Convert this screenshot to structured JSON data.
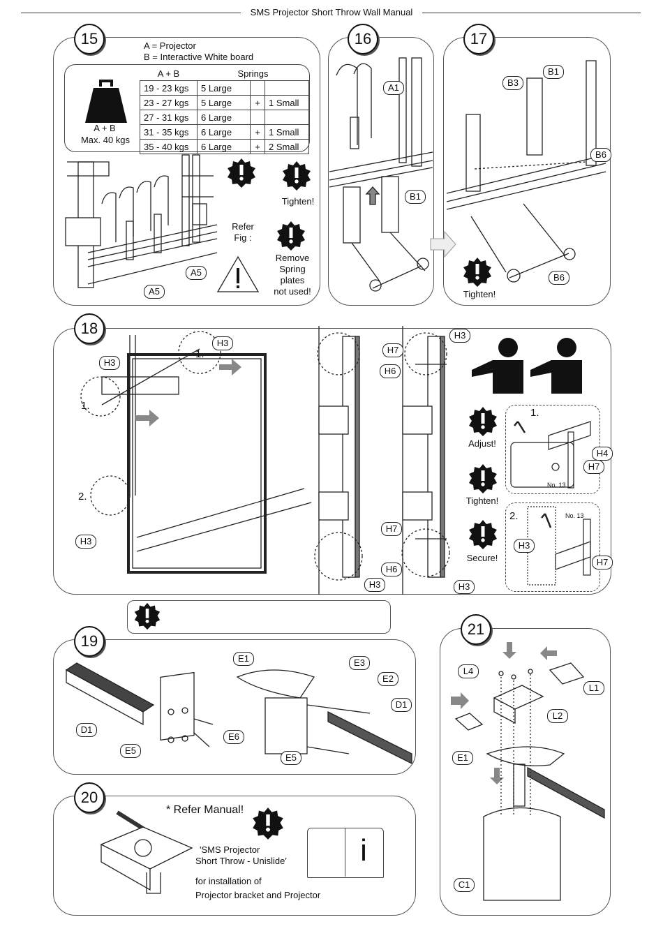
{
  "header": {
    "title": "SMS Projector Short Throw Wall Manual"
  },
  "steps": {
    "s15": {
      "number": "15",
      "legend": [
        "A = Projector",
        "B = Interactive White board"
      ],
      "weight": {
        "title": "A + B",
        "max": "Max. 40 kgs"
      },
      "table": {
        "head": [
          "A + B",
          "Springs"
        ],
        "rows": [
          {
            "range": "19 - 23 kgs",
            "large": "5 Large",
            "plus": "",
            "small": ""
          },
          {
            "range": "23 - 27 kgs",
            "large": "5 Large",
            "plus": "+",
            "small": "1 Small"
          },
          {
            "range": "27 - 31 kgs",
            "large": "6 Large",
            "plus": "",
            "small": ""
          },
          {
            "range": "31 - 35 kgs",
            "large": "6 Large",
            "plus": "+",
            "small": "1 Small"
          },
          {
            "range": "35 - 40 kgs",
            "large": "6 Large",
            "plus": "+",
            "small": "2 Small"
          }
        ]
      },
      "labels": {
        "a5a": "A5",
        "a5b": "A5"
      },
      "notes": {
        "tighten": "Tighten!",
        "refer": [
          "Refer",
          "Fig :"
        ],
        "remove": [
          "Remove",
          "Spring",
          "plates",
          "not used!"
        ]
      }
    },
    "s16": {
      "number": "16",
      "labels": {
        "a1": "A1",
        "b1": "B1"
      }
    },
    "s17": {
      "number": "17",
      "labels": {
        "b3": "B3",
        "b1": "B1",
        "b6a": "B6",
        "b6b": "B6"
      },
      "tighten": "Tighten!"
    },
    "s18": {
      "number": "18",
      "labels": {
        "h3a": "H3",
        "h3b": "H3",
        "h3c": "H3",
        "h3d": "H3",
        "h3e": "H3",
        "h3f": "H3",
        "h3g": "H3",
        "h7a": "H7",
        "h7b": "H7",
        "h7c": "H7",
        "h7d": "H7",
        "h6a": "H6",
        "h6b": "H6",
        "h4": "H4"
      },
      "steps": {
        "one_a": "1.",
        "one_b": "1.",
        "two": "2.",
        "detail_one": "1.",
        "detail_two": "2."
      },
      "notes": {
        "adjust": "Adjust!",
        "tighten": "Tighten!",
        "secure": "Secure!"
      },
      "tool": "No. 13"
    },
    "s19": {
      "number": "19",
      "labels": {
        "e1": "E1",
        "e3": "E3",
        "e2": "E2",
        "d1a": "D1",
        "d1b": "D1",
        "e5a": "E5",
        "e6": "E6",
        "e5b": "E5"
      }
    },
    "s20": {
      "number": "20",
      "refer": "* Refer Manual!",
      "manual": [
        "'SMS Projector",
        "Short Throw - Unislide'"
      ],
      "install": [
        "for installation of",
        "Projector bracket and Projector"
      ],
      "info": "i"
    },
    "s21": {
      "number": "21",
      "labels": {
        "l4": "L4",
        "l1": "L1",
        "l2": "L2",
        "e1": "E1",
        "c1": "C1"
      }
    }
  },
  "icons": {
    "warning_seal": "warning-seal-icon",
    "caution_triangle": "caution-triangle-icon",
    "weight": "weight-icon"
  }
}
